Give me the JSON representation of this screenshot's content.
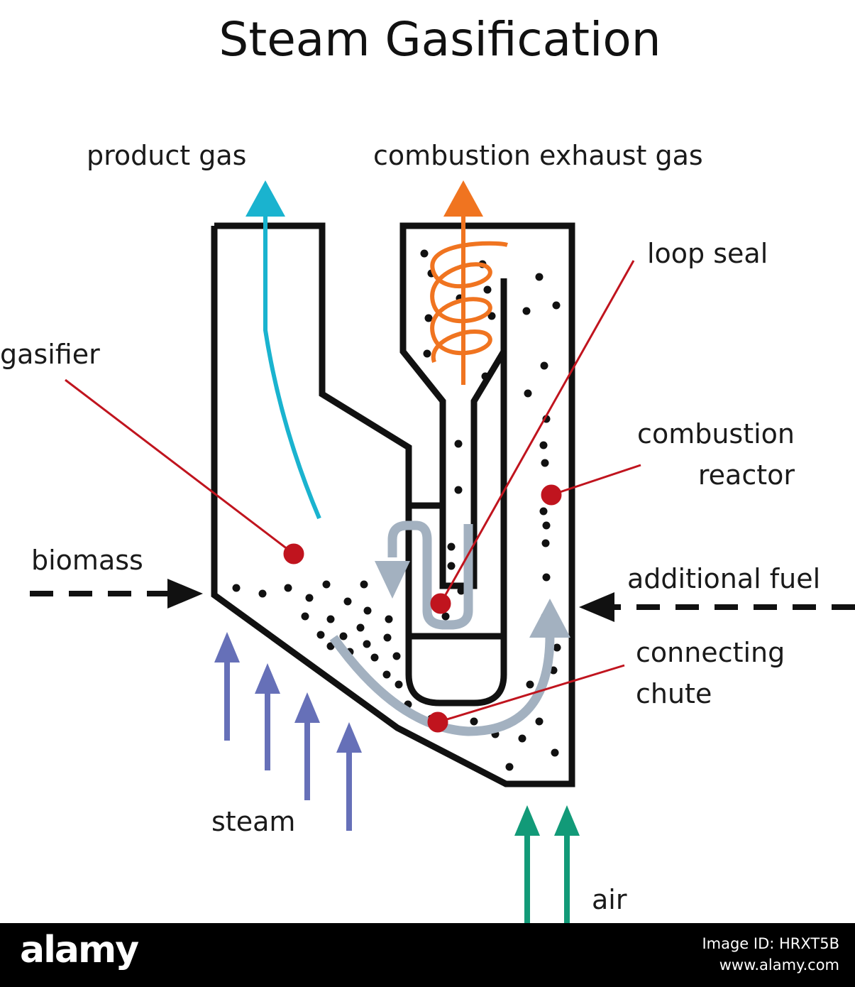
{
  "title": "Steam Gasification",
  "labels": {
    "product_gas": "product gas",
    "combustion_exhaust_gas": "combustion exhaust gas",
    "loop_seal": "loop seal",
    "gasifier": "gasifier",
    "combustion_reactor_line1": "combustion",
    "combustion_reactor_line2": "reactor",
    "biomass": "biomass",
    "additional_fuel": "additional fuel",
    "connecting_chute_line1": "connecting",
    "connecting_chute_line2": "chute",
    "steam": "steam",
    "air": "air"
  },
  "footer": {
    "logo": "alamy",
    "image_id": "Image ID: HRXT5B",
    "site": "www.alamy.com"
  },
  "colors": {
    "outline": "#111111",
    "product_gas": "#1ab3cf",
    "exhaust": "#f07420",
    "pointer": "#c0141e",
    "steam": "#6670b8",
    "air": "#129a78",
    "flow": "#a3b1c0",
    "footer_bg": "#000000"
  }
}
